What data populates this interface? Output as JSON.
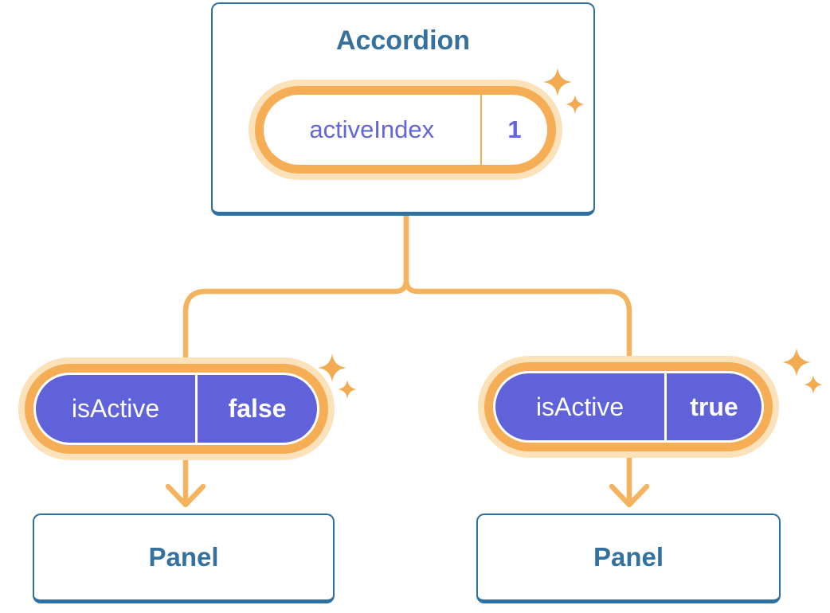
{
  "diagram": {
    "description": "Component tree: Accordion parent holding state, passing props to two Panel children",
    "root": {
      "title": "Accordion",
      "state_pill": {
        "label": "activeIndex",
        "value": "1"
      }
    },
    "branches": [
      {
        "prop_pill": {
          "label": "isActive",
          "value": "false"
        },
        "child": {
          "title": "Panel"
        }
      },
      {
        "prop_pill": {
          "label": "isActive",
          "value": "true"
        },
        "child": {
          "title": "Panel"
        }
      }
    ],
    "colors": {
      "box_border": "#2f70a1",
      "box_text": "#35719f",
      "pill_fill": "#5f62d8",
      "pill_text": "#ffffff",
      "state_text": "#6266da",
      "ring_orange": "#f5ae55",
      "ring_glow": "#fbe2bb",
      "connector": "#f4b35e",
      "sparkle": "#f2ab51",
      "background": "#ffffff"
    }
  }
}
